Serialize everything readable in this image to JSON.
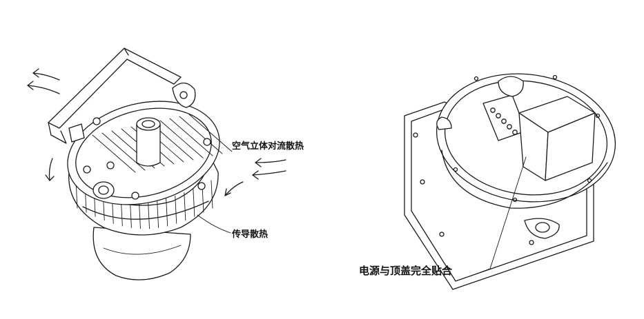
{
  "annotations": {
    "air_convection": "空气立体对流散热",
    "conduction": "传导散热",
    "power_fit": "电源与顶盖完全贴合"
  },
  "colors": {
    "line": "#1a1a1a",
    "background": "#ffffff"
  }
}
